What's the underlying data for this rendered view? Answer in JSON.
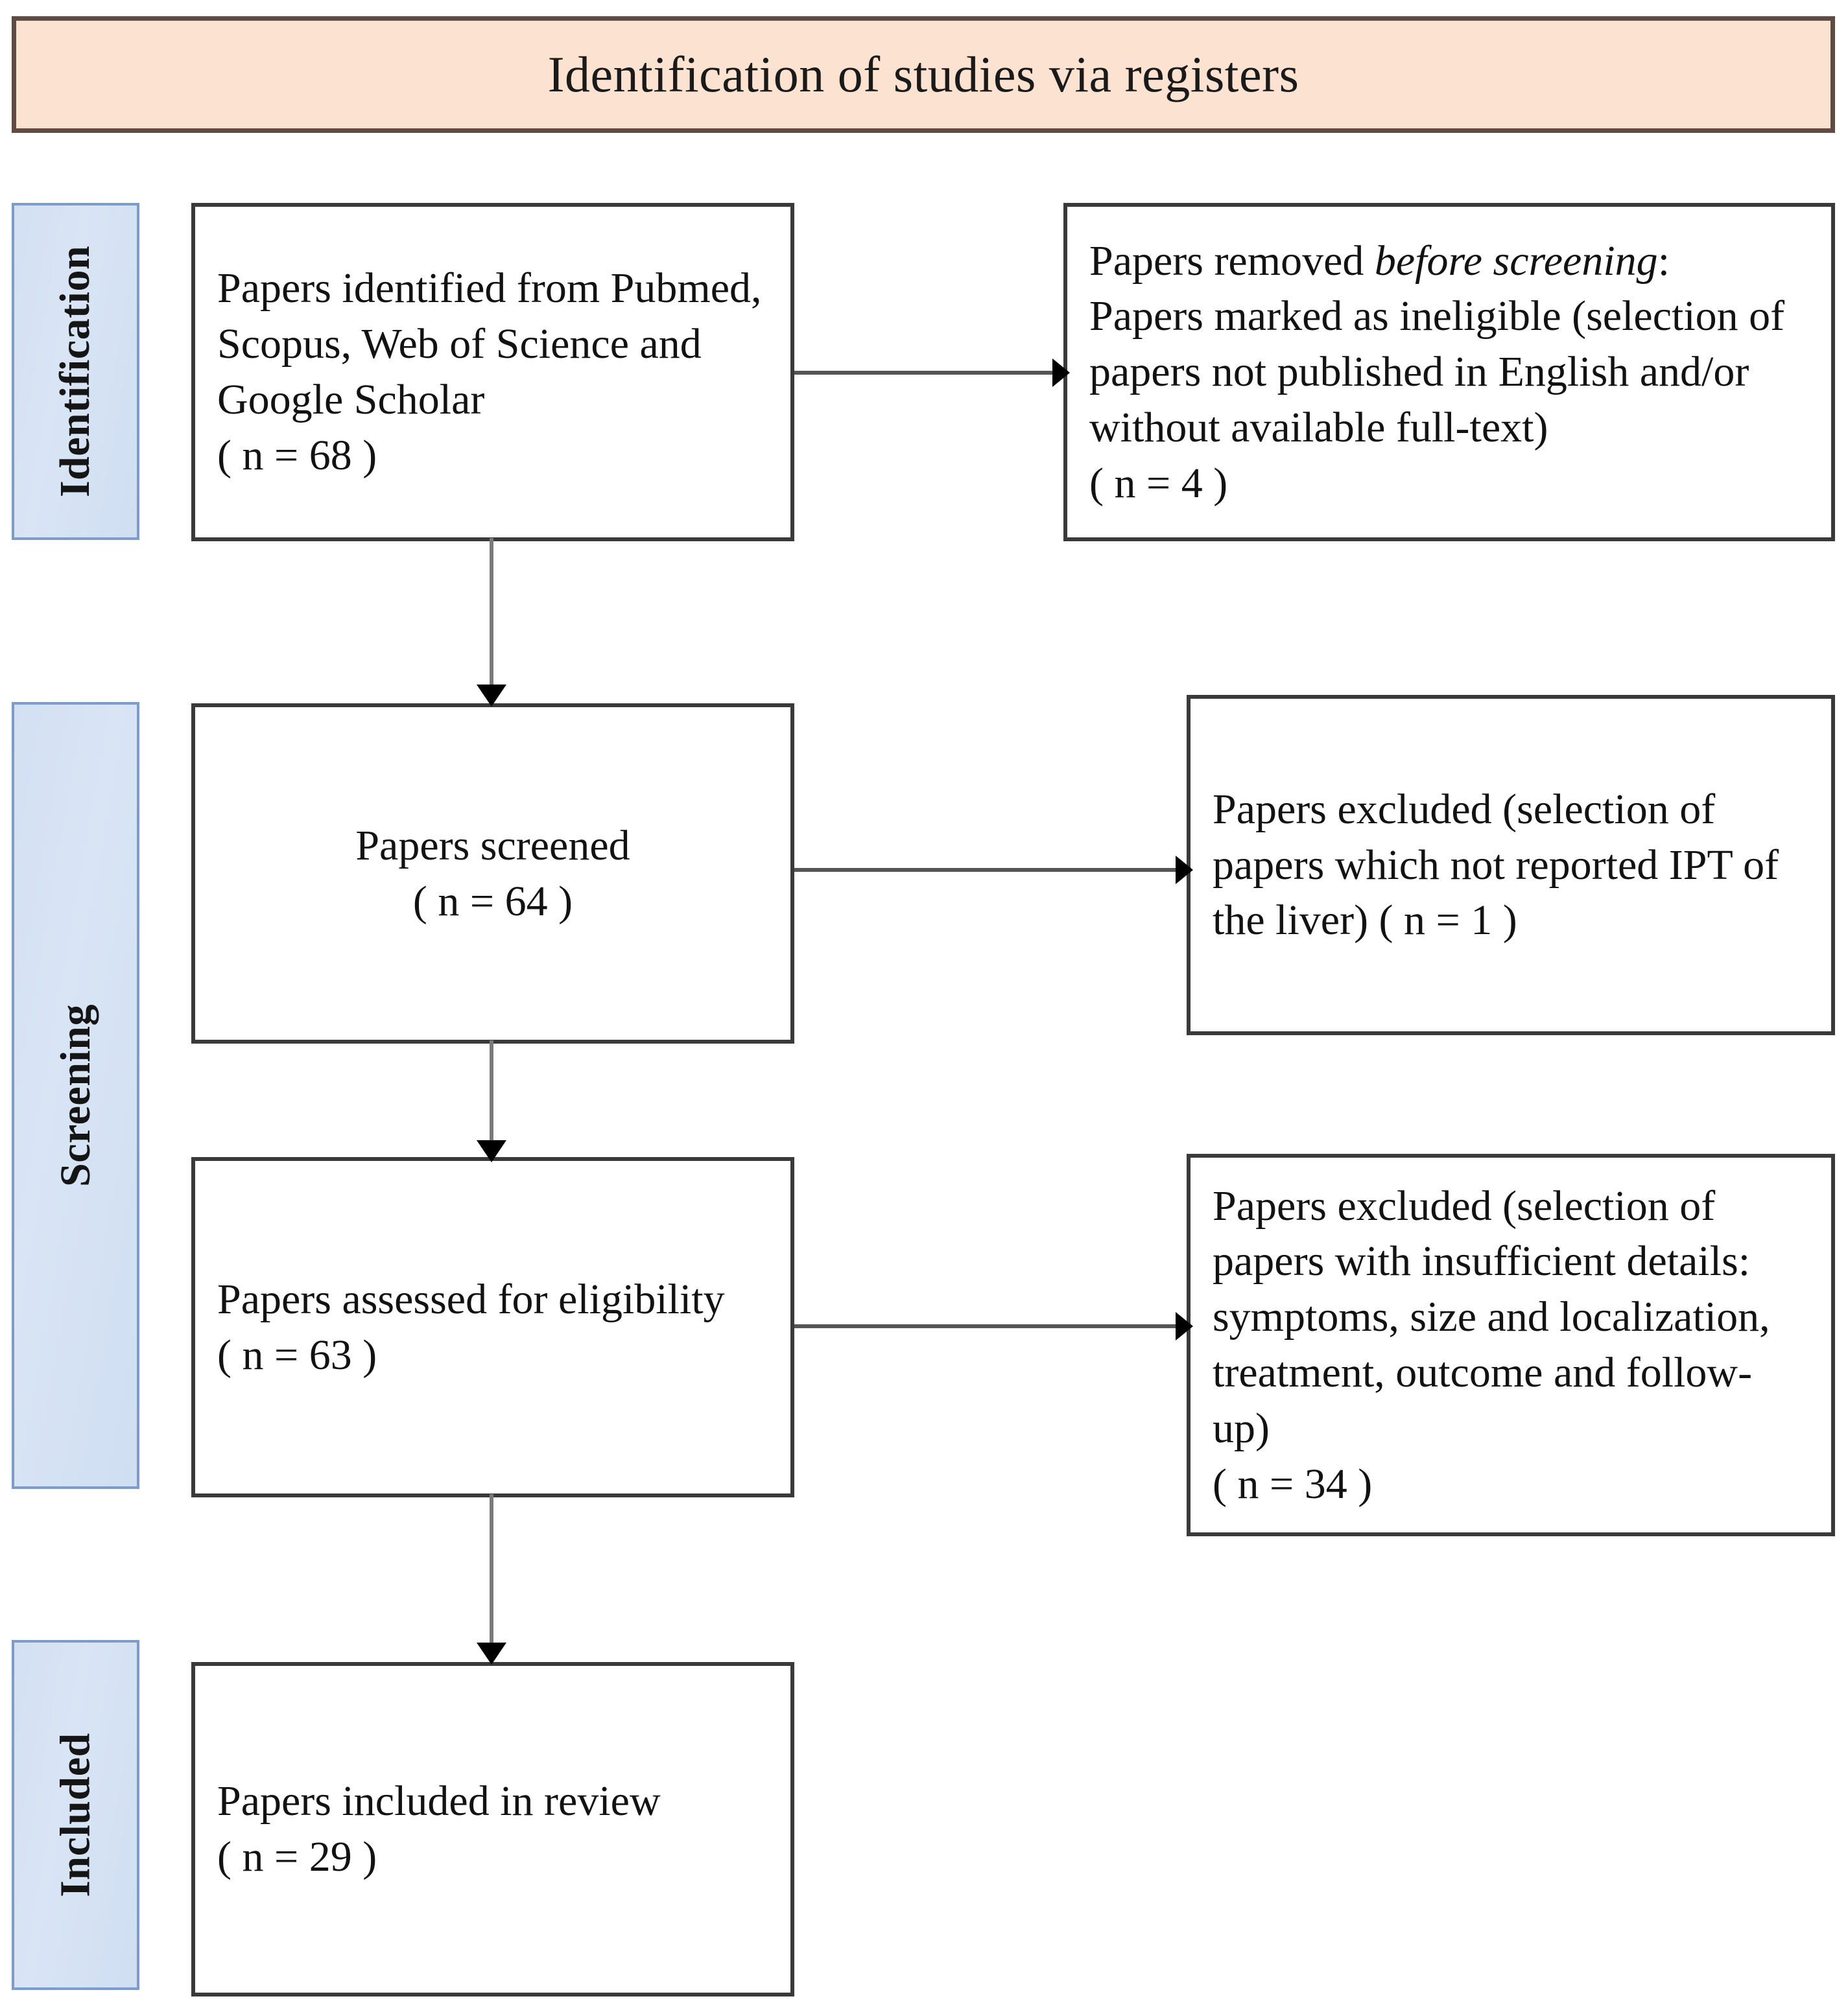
{
  "header": {
    "title": "Identification of studies via registers",
    "background_color": "#FCE2D0",
    "border_color": "#5E4B42"
  },
  "stages": [
    {
      "id": "identification",
      "label": "Identification"
    },
    {
      "id": "screening",
      "label": "Screening"
    },
    {
      "id": "included",
      "label": "Included"
    }
  ],
  "stage_bar_colors": {
    "fill": "#D6E2F4",
    "border": "#7C9CCB"
  },
  "boxes": {
    "identified": {
      "line1": "Papers identified from Pubmed,",
      "line2": "Scopus, Web of Science and",
      "line3": "Google Scholar",
      "count_line": "( n =  68 )",
      "n": 68
    },
    "removed": {
      "line1_prefix": "Papers removed ",
      "line1_italic": "before screening",
      "line1_suffix": ":",
      "line2": "Papers marked as ineligible (selection of",
      "line3": "papers not published in English and/or",
      "line4": "without available full-text)",
      "count_line": "( n = 4 )",
      "n": 4
    },
    "screened": {
      "line1": "Papers screened",
      "count_line": "( n = 64 )",
      "n": 64
    },
    "excluded_1": {
      "line1": "Papers excluded (selection of",
      "line2": "papers which not reported IPT of",
      "line3": "the liver) ( n = 1 )",
      "n": 1
    },
    "assessed": {
      "line1": "Papers assessed for eligibility",
      "count_line": "( n = 63 )",
      "n": 63
    },
    "excluded_2": {
      "line1": "Papers excluded (selection of",
      "line2": "papers with insufficient details:",
      "line3": "symptoms, size and localization,",
      "line4": "treatment, outcome and follow-up)",
      "count_line": "( n = 34 )",
      "n": 34
    },
    "included": {
      "line1": "Papers included in review",
      "count_line": "( n = 29 )",
      "n": 29
    }
  },
  "chart_data": {
    "type": "diagram",
    "title": "Identification of studies via registers",
    "nodes": [
      {
        "id": "identified",
        "stage": "Identification",
        "label": "Papers identified from Pubmed, Scopus, Web of Science and Google Scholar",
        "n": 68
      },
      {
        "id": "removed",
        "stage": "Identification",
        "label": "Papers removed before screening: Papers marked as ineligible (selection of papers not published in English and/or without available full-text)",
        "n": 4
      },
      {
        "id": "screened",
        "stage": "Screening",
        "label": "Papers screened",
        "n": 64
      },
      {
        "id": "excluded_1",
        "stage": "Screening",
        "label": "Papers excluded (selection of papers which not reported IPT of the liver)",
        "n": 1
      },
      {
        "id": "assessed",
        "stage": "Screening",
        "label": "Papers assessed for eligibility",
        "n": 63
      },
      {
        "id": "excluded_2",
        "stage": "Screening",
        "label": "Papers excluded (selection of papers with insufficient details: symptoms, size and localization, treatment, outcome and follow-up)",
        "n": 34
      },
      {
        "id": "included",
        "stage": "Included",
        "label": "Papers included in review",
        "n": 29
      }
    ],
    "edges": [
      {
        "from": "identified",
        "to": "removed",
        "direction": "right"
      },
      {
        "from": "identified",
        "to": "screened",
        "direction": "down"
      },
      {
        "from": "screened",
        "to": "excluded_1",
        "direction": "right"
      },
      {
        "from": "screened",
        "to": "assessed",
        "direction": "down"
      },
      {
        "from": "assessed",
        "to": "excluded_2",
        "direction": "right"
      },
      {
        "from": "assessed",
        "to": "included",
        "direction": "down"
      }
    ]
  }
}
